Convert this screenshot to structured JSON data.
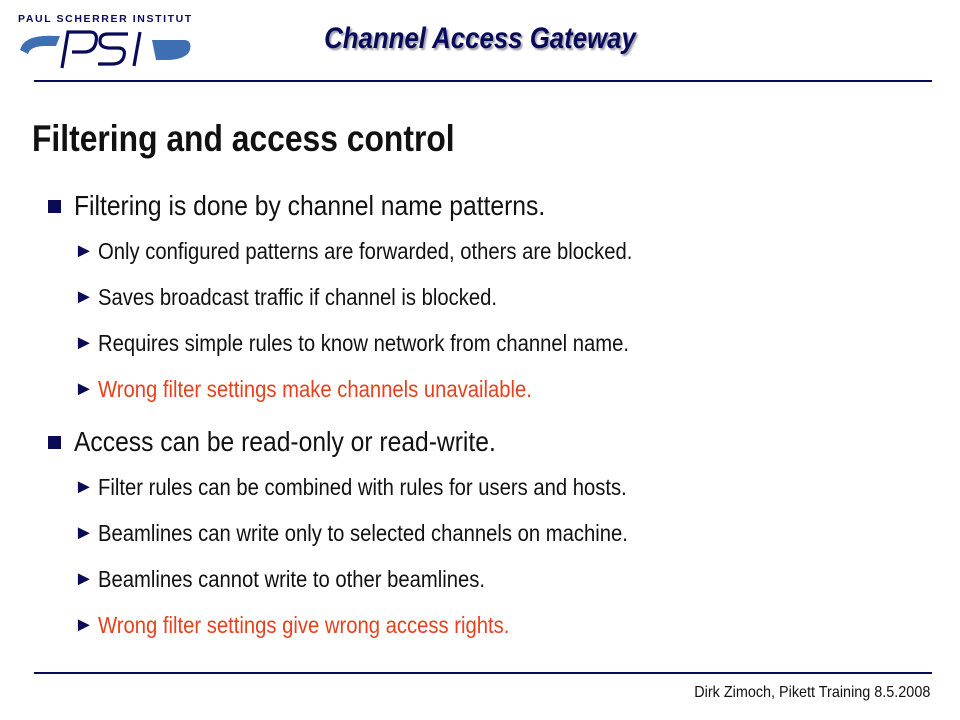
{
  "header": {
    "logo_institute": "PAUL SCHERRER INSTITUT",
    "logo_mark": "PSI",
    "title": "Channel Access Gateway"
  },
  "slide": {
    "title": "Filtering and access control",
    "sections": [
      {
        "text": "Filtering is done by channel name patterns.",
        "items": [
          {
            "text": "Only configured patterns are forwarded, others are blocked.",
            "highlight": false
          },
          {
            "text": "Saves broadcast traffic if channel is blocked.",
            "highlight": false
          },
          {
            "text": "Requires simple rules to know network from channel name.",
            "highlight": false
          },
          {
            "text": "Wrong filter settings make channels unavailable.",
            "highlight": true
          }
        ]
      },
      {
        "text": "Access can be read-only or read-write.",
        "items": [
          {
            "text": "Filter rules can be combined with rules for users and hosts.",
            "highlight": false
          },
          {
            "text": "Beamlines can write only to selected channels on machine.",
            "highlight": false
          },
          {
            "text": "Beamlines cannot write to other beamlines.",
            "highlight": false
          },
          {
            "text": "Wrong filter settings give wrong access rights.",
            "highlight": true
          }
        ]
      }
    ]
  },
  "footer": {
    "text": "Dirk Zimoch, Pikett Training 8.5.2008"
  },
  "colors": {
    "navy": "#0a0a5a",
    "highlight": "#e8401c",
    "text": "#111111"
  },
  "icons": {
    "level1_bullet": "square-bullet-icon",
    "level2_bullet": "triangle-arrow-icon"
  }
}
